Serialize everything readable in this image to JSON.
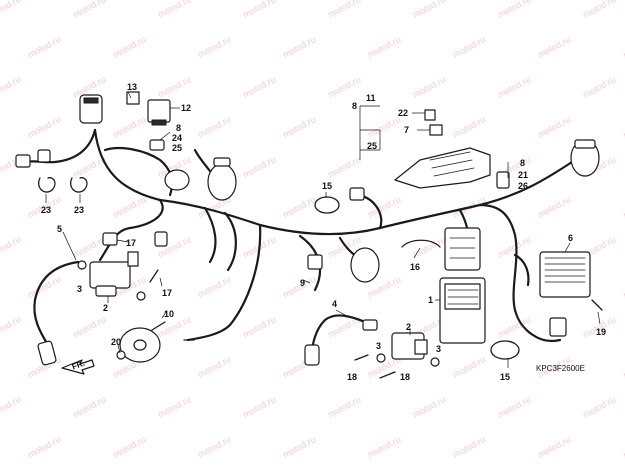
{
  "watermark": "motod.ru",
  "diagram_code": "KPC3F2600E",
  "direction_label": "FR.",
  "callouts": {
    "c1": "1",
    "c2a": "2",
    "c2b": "2",
    "c3a": "3",
    "c3b": "3",
    "c3c": "3",
    "c4": "4",
    "c5": "5",
    "c6": "6",
    "c7": "7",
    "c8a": "8",
    "c8b": "8",
    "c8c": "8",
    "c9": "9",
    "c10": "10",
    "c11": "11",
    "c12": "12",
    "c13": "13",
    "c15a": "15",
    "c15b": "15",
    "c16": "16",
    "c17a": "17",
    "c17b": "17",
    "c18a": "18",
    "c18b": "18",
    "c19": "19",
    "c20": "20",
    "c21": "21",
    "c22": "22",
    "c23a": "23",
    "c23b": "23",
    "c24": "24",
    "c25a": "25",
    "c25b": "25",
    "c26": "26"
  }
}
